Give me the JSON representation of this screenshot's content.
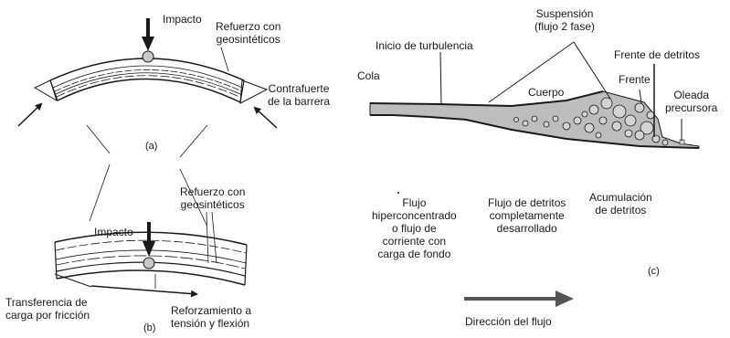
{
  "diagram_a": {
    "impact_label": "Impacto",
    "reinforcement_label": [
      "Refuerzo con",
      "geosintéticos"
    ],
    "buttress_label": [
      "Contrafuerte",
      "de la barrera"
    ],
    "panel_tag": "(a)"
  },
  "diagram_b": {
    "reinforcement_label": [
      "Refuerzo con",
      "geosintéticos"
    ],
    "impact_label": "Impacto",
    "friction_label": [
      "Transferencia de",
      "carga por fricción"
    ],
    "tension_label": [
      "Reforzamiento a",
      "tensión y flexión"
    ],
    "panel_tag": "(b)"
  },
  "diagram_c": {
    "suspension_label": [
      "Suspensión",
      "(flujo 2 fase)"
    ],
    "turbulence_label": "Inicio de turbulencia",
    "debris_front_label": "Frente de detritos",
    "tail_label": "Cola",
    "body_label": "Cuerpo",
    "front_label": "Frente",
    "surge_label": [
      "Oleada",
      "precursora"
    ],
    "hyperconcentrated_label": [
      "Flujo",
      "hiperconcentrado",
      "o flujo de",
      "corriente con",
      "carga de fondo"
    ],
    "developed_flow_label": [
      "Flujo de detritos",
      "completamente",
      "desarrollado"
    ],
    "accumulation_label": [
      "Acumulación",
      "de detritos"
    ],
    "panel_tag": "(c)",
    "direction_label": "Dirección del flujo"
  },
  "colors": {
    "ink": "#1a1a1a",
    "sediment": "#bdbdbd",
    "boulder": "#d4d4d4"
  }
}
